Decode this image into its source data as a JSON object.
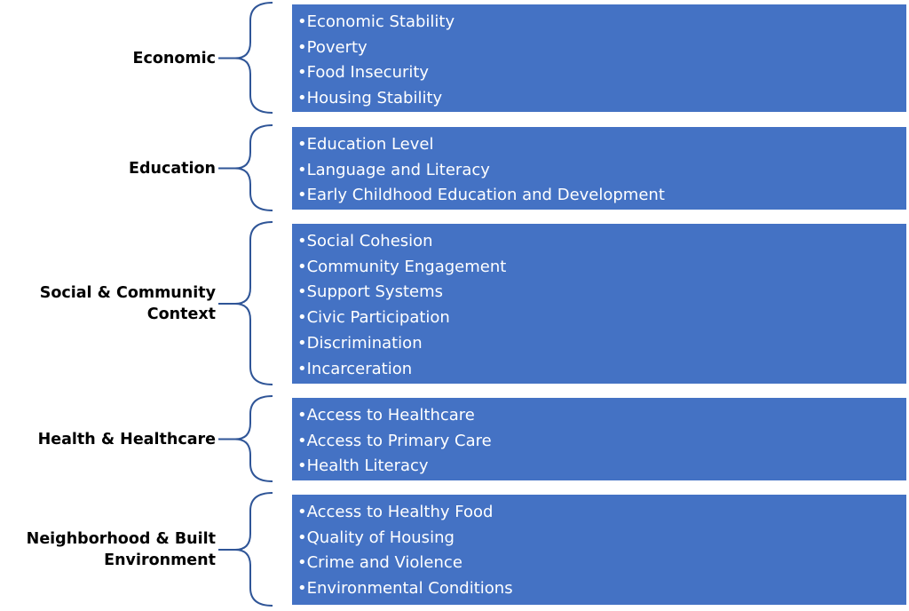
{
  "colors": {
    "box": "#4472C4",
    "brace": "#2F5597",
    "box_text": "#FFFFFF"
  },
  "groups": [
    {
      "label": [
        "Economic"
      ],
      "items": [
        "•Economic Stability",
        "•Poverty",
        "•Food Insecurity",
        "•Housing Stability"
      ]
    },
    {
      "label": [
        "Education"
      ],
      "items": [
        "•Education Level",
        "•Language and Literacy",
        "•Early Childhood Education and Development"
      ]
    },
    {
      "label": [
        "Social & Community",
        "Context"
      ],
      "items": [
        "•Social Cohesion",
        "•Community Engagement",
        "•Support Systems",
        "•Civic Participation",
        "•Discrimination",
        "•Incarceration"
      ]
    },
    {
      "label": [
        "Health & Healthcare"
      ],
      "items": [
        "•Access to Healthcare",
        "•Access to Primary Care",
        "•Health Literacy"
      ]
    },
    {
      "label": [
        "Neighborhood & Built",
        "Environment"
      ],
      "items": [
        "•Access to Healthy Food",
        "•Quality of Housing",
        "•Crime and Violence",
        "•Environmental Conditions"
      ]
    }
  ]
}
